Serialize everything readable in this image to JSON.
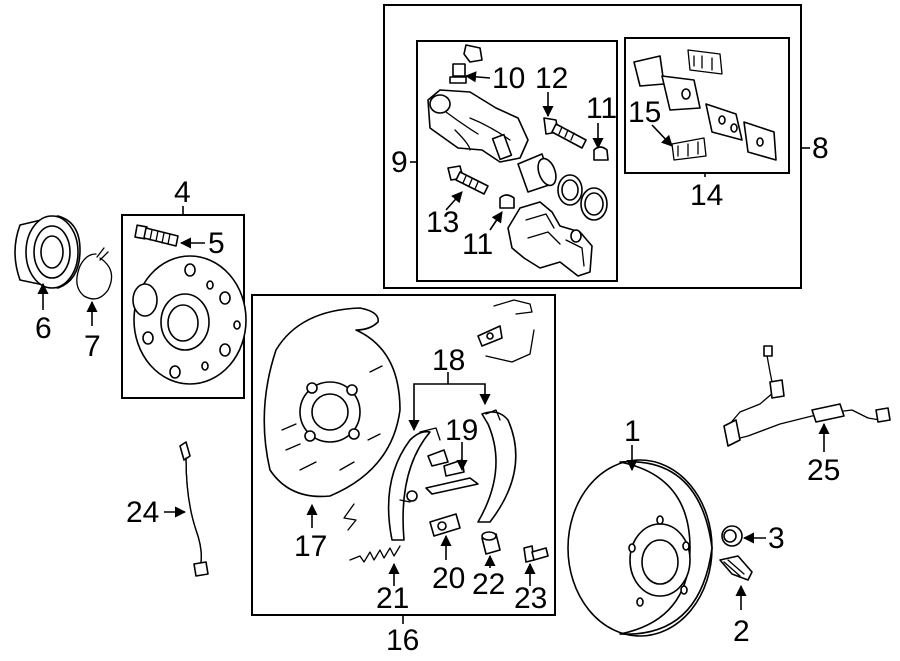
{
  "callouts": {
    "c1": "1",
    "c2": "2",
    "c3": "3",
    "c4": "4",
    "c5": "5",
    "c6": "6",
    "c7": "7",
    "c8": "8",
    "c9": "9",
    "c10": "10",
    "c11a": "11",
    "c11b": "11",
    "c12": "12",
    "c13": "13",
    "c14": "14",
    "c15": "15",
    "c16": "16",
    "c17": "17",
    "c18": "18",
    "c19": "19",
    "c20": "20",
    "c21": "21",
    "c22": "22",
    "c23": "23",
    "c24": "24",
    "c25": "25"
  }
}
